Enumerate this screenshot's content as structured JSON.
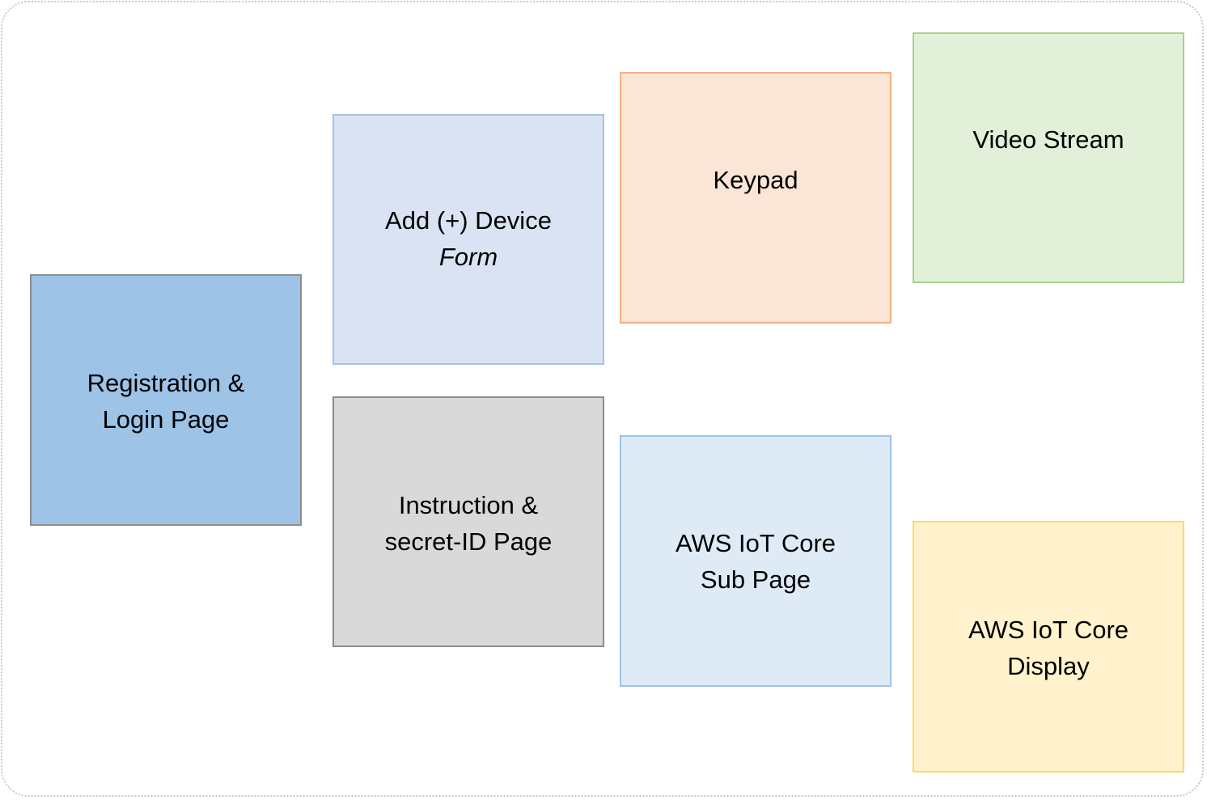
{
  "boxes": {
    "registration": {
      "lines": [
        "Registration &",
        "Login Page"
      ],
      "fill": "#9dc3e6",
      "border": "#8c8c8c"
    },
    "add_device": {
      "lines": [
        "Add (+) Device"
      ],
      "italic_line": "Form",
      "fill": "#dae3f3",
      "border": "#a9c0e6"
    },
    "instruction": {
      "lines": [
        "Instruction &",
        "secret-ID Page"
      ],
      "fill": "#d9d9d9",
      "border": "#8c8c8c"
    },
    "keypad": {
      "lines": [
        "Keypad"
      ],
      "fill": "#fbe5d6",
      "border": "#f4b183"
    },
    "aws_sub": {
      "lines": [
        "AWS IoT Core",
        "Sub Page"
      ],
      "fill": "#deebf7",
      "border": "#9dc3e6"
    },
    "video_stream": {
      "lines": [
        "Video Stream"
      ],
      "fill": "#e2f0d9",
      "border": "#a9d18e"
    },
    "aws_display": {
      "lines": [
        "AWS IoT Core",
        "Display"
      ],
      "fill": "#fff2cc",
      "border": "#ffd966"
    }
  }
}
